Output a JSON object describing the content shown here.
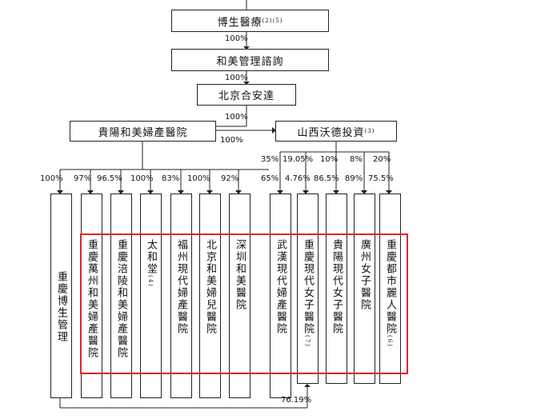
{
  "top_chain": [
    {
      "name": "博生醫療",
      "note": "(2)(5)"
    },
    {
      "name": "和美管理諮詢",
      "note": ""
    },
    {
      "name": "北京合安達",
      "note": ""
    }
  ],
  "chain_pcts": [
    "100%",
    "100%",
    "100%"
  ],
  "guiyang": {
    "name": "貴陽和美婦產醫院"
  },
  "shanxi": {
    "name": "山西沃德投資",
    "note": "(3)"
  },
  "guiyang_to_shanxi_pct": "100%",
  "shanxi_pcts": [
    "35%",
    "19.05%",
    "10%",
    "8%",
    "20%"
  ],
  "subsidiaries": [
    {
      "name": "重慶博生管理",
      "note": "",
      "pct": "100%"
    },
    {
      "name": "重慶萬州和美婦產醫院",
      "note": "",
      "pct": "97%"
    },
    {
      "name": "重慶涪陵和美婦產醫院",
      "note": "",
      "pct": "96.5%"
    },
    {
      "name": "太和堂",
      "note": "(4)",
      "pct": "100%"
    },
    {
      "name": "福州現代婦產醫院",
      "note": "",
      "pct": "83%"
    },
    {
      "name": "北京和美婦兒醫院",
      "note": "",
      "pct": "100%"
    },
    {
      "name": "深圳和美醫院",
      "note": "",
      "pct": "92%"
    },
    {
      "name": "武漢現代婦產醫院",
      "note": "",
      "pct": "65%"
    },
    {
      "name": "重慶現代女子醫院",
      "note": "(7)",
      "pct": "4.76%"
    },
    {
      "name": "貴陽現代女子醫院",
      "note": "",
      "pct": "86.5%"
    },
    {
      "name": "廣州女子醫院",
      "note": "",
      "pct": "89%"
    },
    {
      "name": "重慶都市麗人醫院",
      "note": "(6)",
      "pct": "75.5%"
    }
  ],
  "bottom_pct": "76.19%",
  "colors": {
    "line": "#222222",
    "highlight": "#e0252b"
  }
}
